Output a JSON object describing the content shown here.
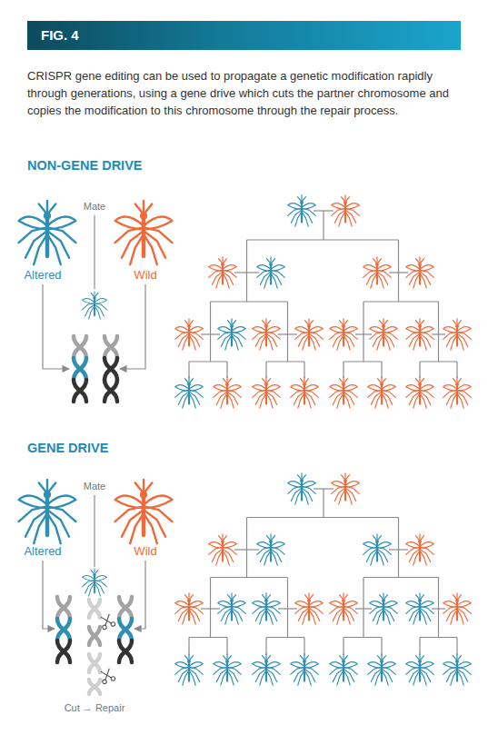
{
  "diagram": {
    "caption": "CRISPR gene editing can be used to propagate a genetic modification rapidly through generations, using a gene drive which cuts the partner chromosome and copies the modification to this chromosome through the repair process.",
    "nodes": [
      {
        "text": [
          "FIG. 4"
        ]
      }
    ],
    "labels": [
      "NON-GENE DRIVE",
      "Mate",
      "Altered",
      "Wild",
      "GENE DRIVE",
      "Mate",
      "Altered",
      "Wild",
      "Cut → Repair"
    ]
  }
}
